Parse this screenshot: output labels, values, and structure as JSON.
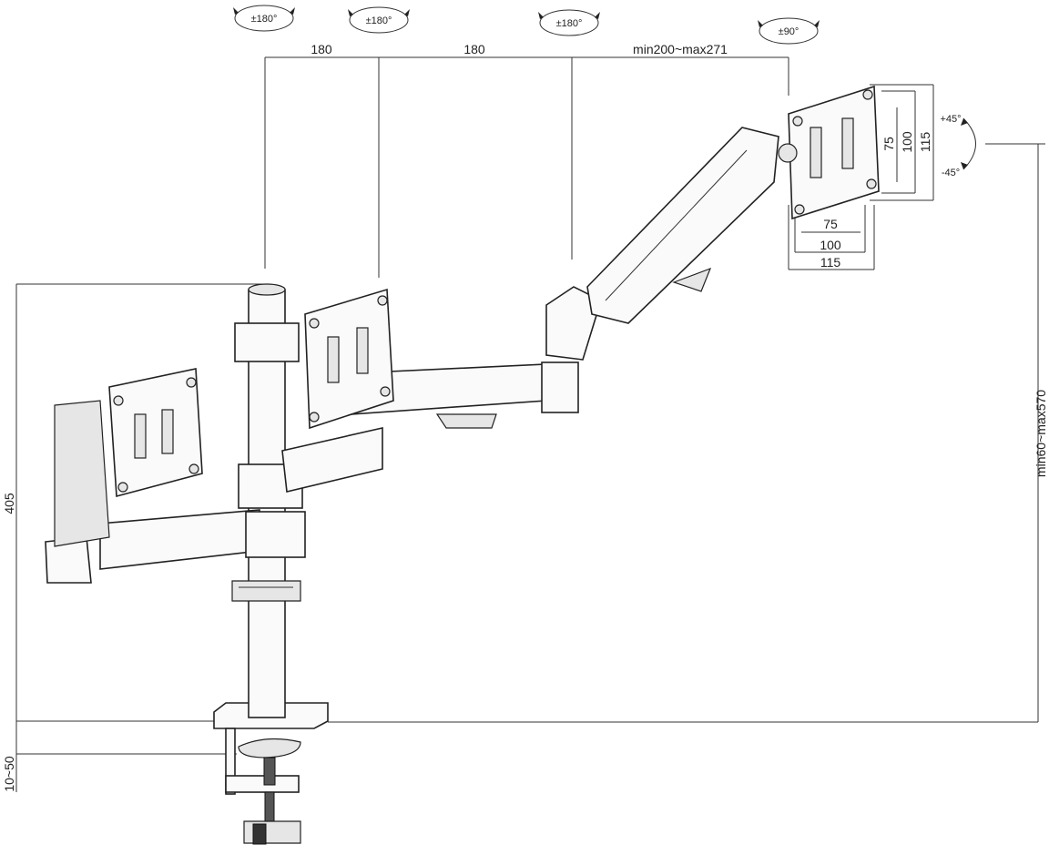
{
  "rotations": {
    "r1": "±180°",
    "r2": "±180°",
    "r3": "±180°",
    "r4": "±90°",
    "tilt_up": "+45°",
    "tilt_down": "-45°"
  },
  "dimensions": {
    "arm1": "180",
    "arm2": "180",
    "arm3": "min200~max271",
    "pole_height": "405",
    "clamp_range": "10~50",
    "height_range": "min60~max570",
    "vesa_h_75": "75",
    "vesa_h_100": "100",
    "vesa_h_115": "115",
    "vesa_v_75": "75",
    "vesa_v_100": "100",
    "vesa_v_115": "115"
  }
}
